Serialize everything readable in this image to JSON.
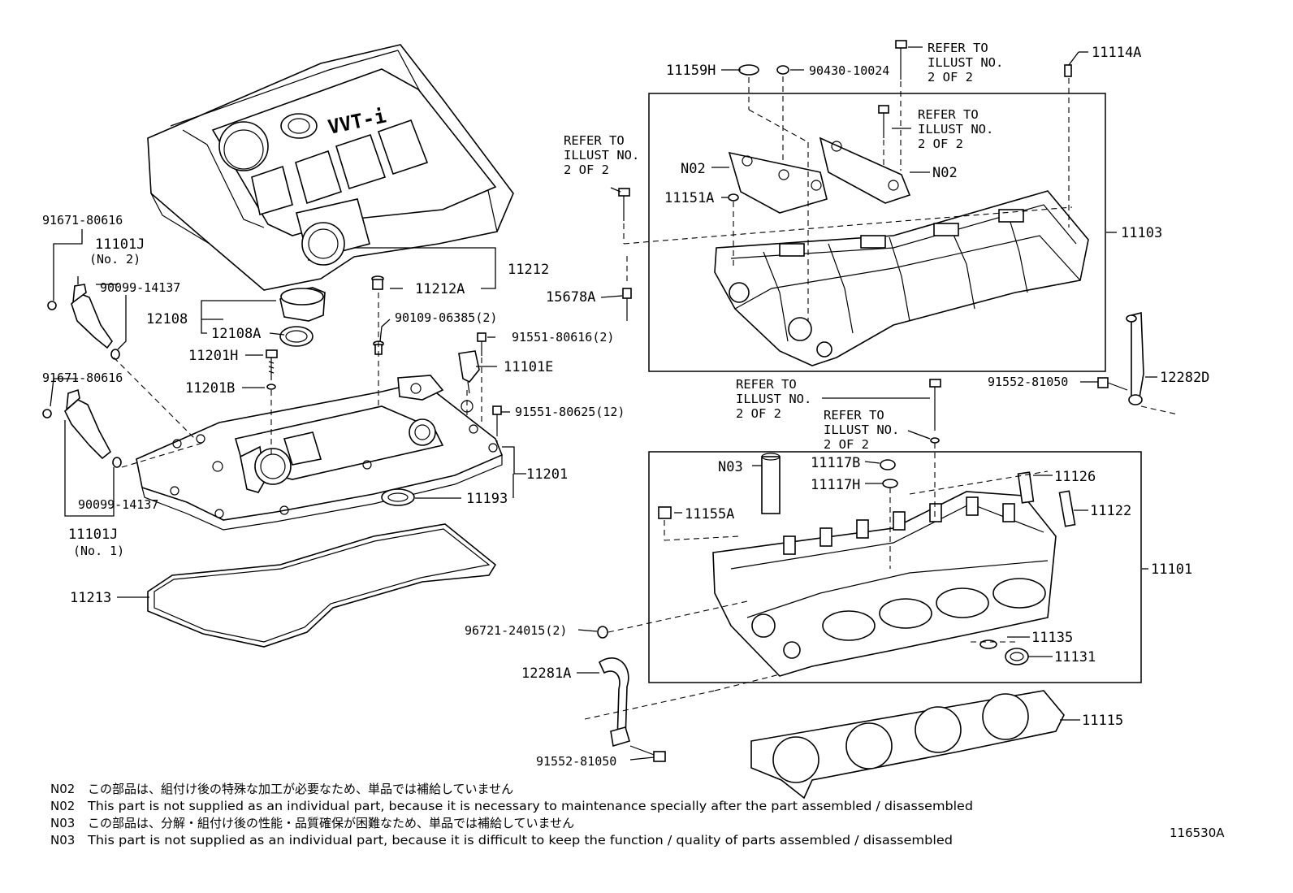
{
  "labels": {
    "l_91671_top": "91671-80616",
    "l_11101j_2": "11101J",
    "l_no2": "(No. 2)",
    "l_90099_top": "90099-14137",
    "l_91671_bot": "91671-80616",
    "l_90099_bot": "90099-14137",
    "l_11101j_1": "11101J",
    "l_no1": "(No. 1)",
    "l_11212": "11212",
    "l_11212a": "11212A",
    "l_12108": "12108",
    "l_12108a": "12108A",
    "l_11201h": "11201H",
    "l_11201b": "11201B",
    "l_90109": "90109-06385(2)",
    "l_91551_616": "91551-80616(2)",
    "l_11101e": "11101E",
    "l_91551_625": "91551-80625(12)",
    "l_11201": "11201",
    "l_11193": "11193",
    "l_11213": "11213",
    "l_11159h": "11159H",
    "l_90430": "90430-10024",
    "l_11114a": "11114A",
    "l_n02_left": "N02",
    "l_n02_right": "N02",
    "l_11151a": "11151A",
    "l_11103": "11103",
    "l_15678a": "15678A",
    "l_91552_upper": "91552-81050",
    "l_12282d": "12282D",
    "l_n03": "N03",
    "l_11117b": "11117B",
    "l_11117h": "11117H",
    "l_11126": "11126",
    "l_11122": "11122",
    "l_11155a": "11155A",
    "l_11101": "11101",
    "l_96721": "96721-24015(2)",
    "l_11135": "11135",
    "l_11131": "11131",
    "l_12281a": "12281A",
    "l_11115": "11115",
    "l_91552_lower": "91552-81050",
    "ref_1_a": "REFER TO",
    "ref_1_b": "ILLUST NO.",
    "ref_1_c": "2 OF 2",
    "ref_2_a": "REFER TO",
    "ref_2_b": "ILLUST NO.",
    "ref_2_c": "2 OF 2",
    "ref_3_a": "REFER TO",
    "ref_3_b": "ILLUST NO.",
    "ref_3_c": "2 OF 2",
    "ref_4_a": "REFER TO",
    "ref_4_b": "ILLUST NO.",
    "ref_4_c": "2 OF 2",
    "ref_5_a": "REFER TO",
    "ref_5_b": "ILLUST NO.",
    "ref_5_c": "2 OF 2",
    "cover_brand": "VVT-i"
  },
  "notes": [
    {
      "code": "N02",
      "text": "この部品は、組付け後の特殊な加工が必要なため、単品では補給していません"
    },
    {
      "code": "N02",
      "text": "This part is not supplied as an individual part, because it is necessary to maintenance specially after the part assembled / disassembled"
    },
    {
      "code": "N03",
      "text": "この部品は、分解・組付け後の性能・品質確保が困難なため、単品では補給していません"
    },
    {
      "code": "N03",
      "text": "This part is not supplied as an individual part, because it is difficult to keep the function / quality of parts  assembled / disassembled"
    }
  ],
  "illustration_id": "116530A"
}
